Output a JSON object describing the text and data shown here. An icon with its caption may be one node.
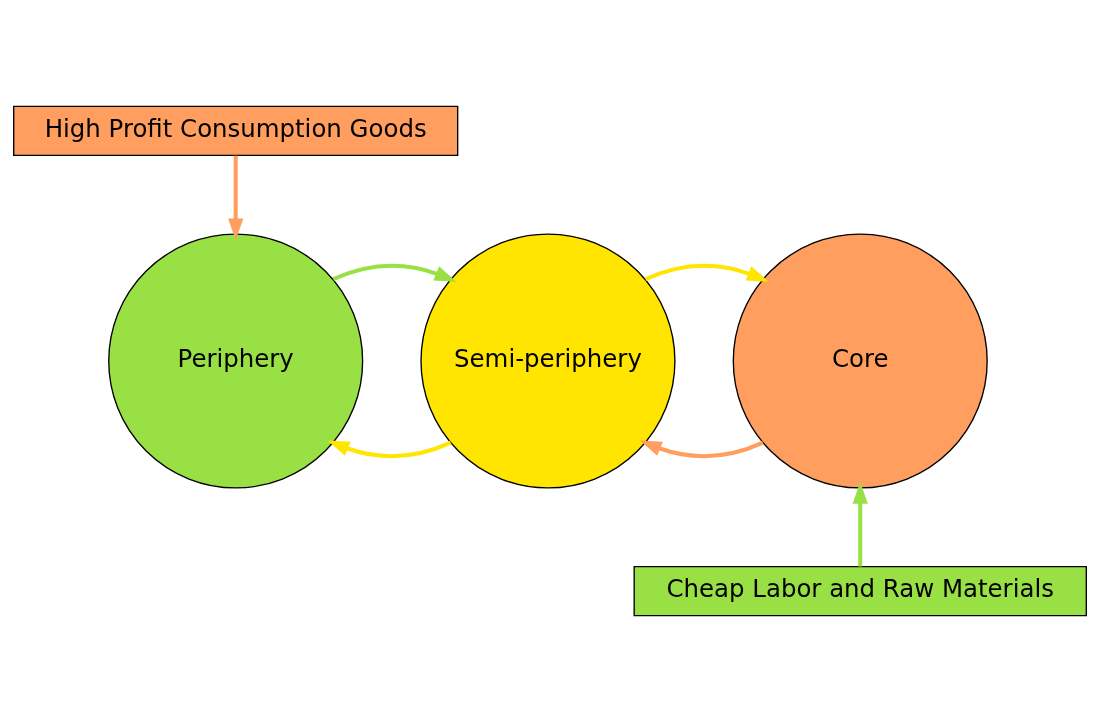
{
  "diagram": {
    "nodes": [
      {
        "text": [
          "High Profit Consumption Goods"
        ]
      },
      {
        "text": [
          "Core"
        ]
      },
      {
        "text": [
          "Semi-periphery"
        ]
      },
      {
        "text": [
          "Periphery"
        ]
      },
      {
        "text": [
          "Cheap Labor and Raw Materials"
        ]
      }
    ],
    "edges": [
      {
        "from": 1,
        "to": 2,
        "arrow": "to",
        "color": "#ff9e5e"
      },
      {
        "from": 0,
        "to": 3,
        "arrow": "to",
        "color": "#ff9e5e"
      },
      {
        "from": 2,
        "to": 3,
        "arrow": "to",
        "color": "#ffe500"
      },
      {
        "from": 2,
        "to": 1,
        "arrow": "to",
        "color": "#ffe500"
      },
      {
        "from": 4,
        "to": 1,
        "arrow": "to",
        "color": "#99e045"
      },
      {
        "from": 3,
        "to": 2,
        "arrow": "to",
        "color": "#99e045"
      }
    ]
  }
}
